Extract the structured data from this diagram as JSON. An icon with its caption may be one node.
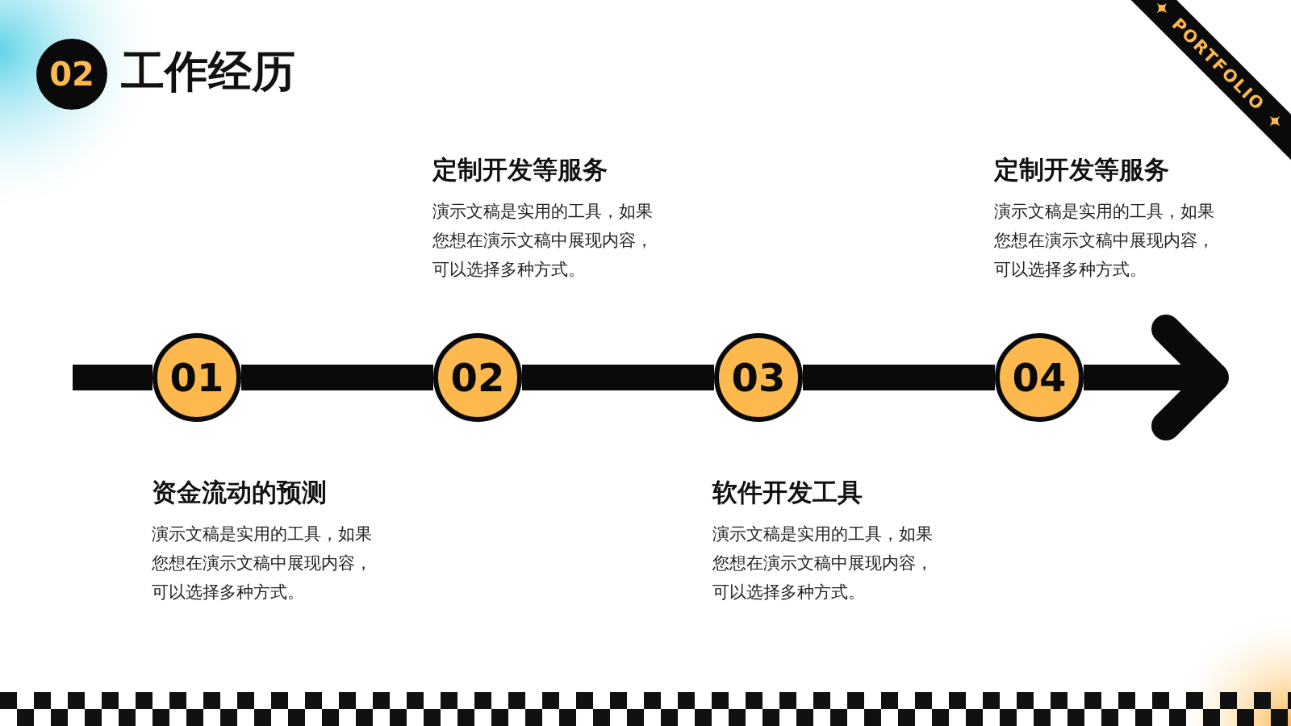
{
  "diagram": {
    "title": "工作经历",
    "nodes": [
      {
        "text": [
          "01"
        ],
        "beside": [
          "资金流动的预测",
          "演示文稿是实用的工具，如果您想在演示文稿中展现内容，可以选择多种方式。"
        ]
      },
      {
        "text": [
          "02"
        ],
        "beside": [
          "定制开发等服务",
          "演示文稿是实用的工具，如果您想在演示文稿中展现内容，可以选择多种方式。"
        ]
      },
      {
        "text": [
          "03"
        ],
        "beside": [
          "软件开发工具",
          "演示文稿是实用的工具，如果您想在演示文稿中展现内容，可以选择多种方式。"
        ]
      },
      {
        "text": [
          "04"
        ],
        "beside": [
          "定制开发等服务",
          "演示文稿是实用的工具，如果您想在演示文稿中展现内容，可以选择多种方式。"
        ]
      }
    ],
    "edges": [
      {
        "from": null,
        "to": 0,
        "arrow": "none"
      },
      {
        "from": 0,
        "to": 1,
        "arrow": "none"
      },
      {
        "from": 1,
        "to": 2,
        "arrow": "none"
      },
      {
        "from": 2,
        "to": 3,
        "arrow": "none"
      },
      {
        "from": 3,
        "to": null,
        "arrow": "to"
      }
    ],
    "labels": [
      "02",
      "PORTFOLIO"
    ]
  }
}
